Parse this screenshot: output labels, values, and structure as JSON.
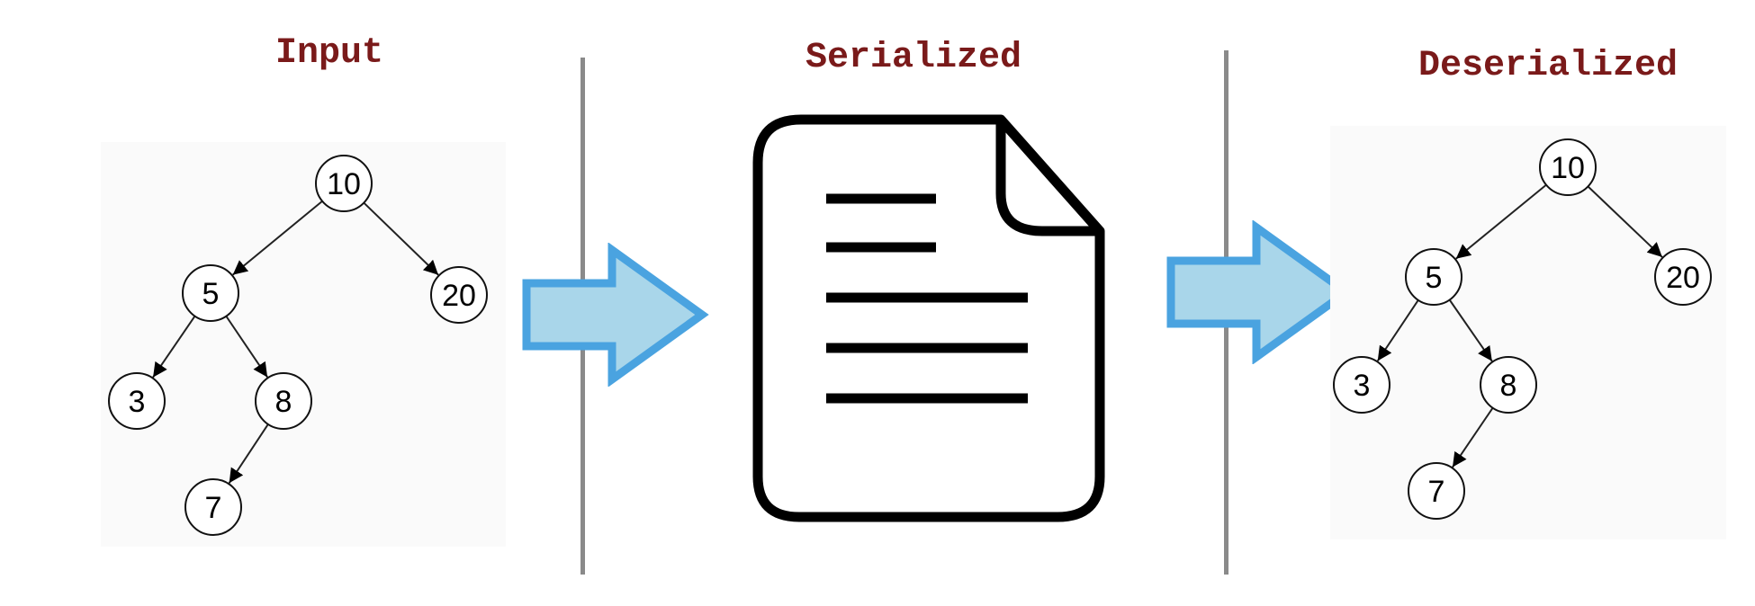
{
  "panels": {
    "input": {
      "title": "Input"
    },
    "serialized": {
      "title": "Serialized"
    },
    "deserialized": {
      "title": "Deserialized"
    }
  },
  "tree": {
    "nodes": [
      {
        "id": "n10",
        "label": "10"
      },
      {
        "id": "n5",
        "label": "5"
      },
      {
        "id": "n20",
        "label": "20"
      },
      {
        "id": "n3",
        "label": "3"
      },
      {
        "id": "n8",
        "label": "8"
      },
      {
        "id": "n7",
        "label": "7"
      }
    ],
    "edges": [
      [
        "n10",
        "n5"
      ],
      [
        "n10",
        "n20"
      ],
      [
        "n5",
        "n3"
      ],
      [
        "n5",
        "n8"
      ],
      [
        "n8",
        "n7"
      ]
    ]
  },
  "colors": {
    "title": "#7a1a1a",
    "arrow_fill": "#a9d6ea",
    "arrow_stroke": "#4aa3e0",
    "divider": "#8a8a8a"
  },
  "icons": {
    "arrow1": "right-arrow-icon",
    "document": "document-icon",
    "arrow2": "right-arrow-icon"
  }
}
